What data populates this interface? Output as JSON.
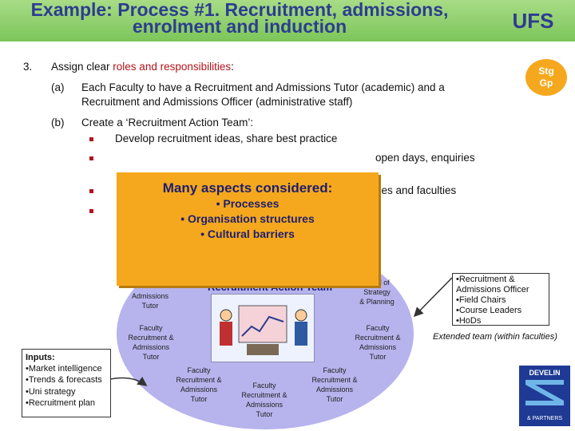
{
  "title": {
    "line1": "Example: Process #1. Recruitment, admissions,",
    "line2": "enrolment and induction"
  },
  "brand": "UFS",
  "stg_badge": "Stg Gp",
  "point": {
    "number": "3.",
    "text_prefix": "Assign clear ",
    "text_highlight": "roles and responsibilities",
    "text_suffix": ":"
  },
  "sub_a": {
    "label": "(a)",
    "line1": "Each Faculty to have a Recruitment and Admissions Tutor (academic) and a",
    "line2": "Recruitment and Admissions Officer (administrative staff)"
  },
  "sub_b": {
    "label": "(b)",
    "text": "Create a ‘Recruitment Action Team’:"
  },
  "bullets": [
    "Develop recruitment ideas, share best practice",
    "open days, enquiries",
    "ries and faculties",
    ""
  ],
  "callout": {
    "heading": "Many aspects considered:",
    "items": [
      "• Processes",
      "• Organisation structures",
      "• Cultural barriers"
    ]
  },
  "diagram": {
    "team_label": "Recruitment Action Team",
    "left_tutor": "Admissions\nTutor",
    "head": "Head of\nStrategy\n& Planning",
    "nodes": [
      "Faculty\nRecruitment &\nAdmissions\nTutor",
      "Faculty\nRecruitment &\nAdmissions\nTutor",
      "Faculty\nRecruitment &\nAdmissions\nTutor",
      "Faculty\nRecruitment &\nAdmissions\nTutor",
      "Faculty\nRecruitment &\nAdmissions\nTutor"
    ]
  },
  "inputs": {
    "title": "Inputs:",
    "items": [
      "•Market intelligence",
      "•Trends & forecasts",
      "•Uni strategy",
      "•Recruitment plan"
    ]
  },
  "extended": {
    "items": [
      "•Recruitment &",
      "Admissions Officer",
      "•Field Chairs",
      "•Course Leaders",
      "•HoDs"
    ],
    "caption": "Extended team (within faculties)"
  },
  "logo": {
    "line1": "DEVELIN",
    "line2": "& PARTNERS"
  },
  "colors": {
    "title_bar": "#7cc55a",
    "title_text": "#2d3d8f",
    "accent": "#b3121c",
    "callout": "#f5a81d",
    "circle": "#b6b3ed"
  }
}
